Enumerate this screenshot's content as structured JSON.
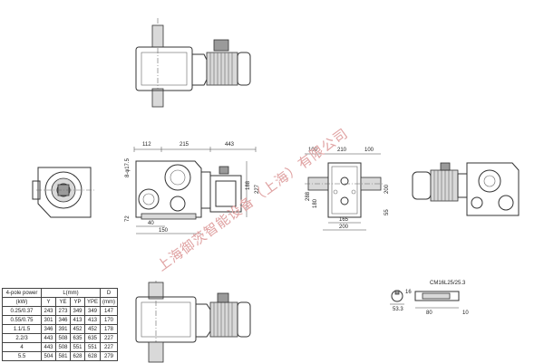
{
  "watermark": "上海御茨智能设备（上海）有限公司",
  "dims": {
    "top_112": "112",
    "top_215": "215",
    "top_443": "443",
    "left_8": "8-φ17.5",
    "left_188": "188",
    "left_227": "227",
    "left_72": "72",
    "left_40": "40",
    "left_150": "150",
    "mid_100a": "100",
    "mid_210": "210",
    "mid_100b": "100",
    "mid_288": "288",
    "mid_180": "180",
    "mid_200r": "200",
    "mid_55": "55",
    "mid_165": "165",
    "mid_200b": "200",
    "key_spec": "CM16L25/25.3",
    "key_80": "80",
    "key_10": "10",
    "key_53": "53.3",
    "key_16": "16"
  },
  "table": {
    "head_power": "4-pole power",
    "head_L": "L(mm)",
    "head_D": "D",
    "head_kw": "(kW)",
    "head_cols": [
      "Y",
      "YE",
      "YP",
      "YPE"
    ],
    "head_mm": "(mm)",
    "rows": [
      {
        "p": "0.25/0.37",
        "v": [
          "243",
          "273",
          "349",
          "349"
        ],
        "d": "147"
      },
      {
        "p": "0.55/0.75",
        "v": [
          "301",
          "346",
          "413",
          "413"
        ],
        "d": "170"
      },
      {
        "p": "1.1/1.5",
        "v": [
          "346",
          "391",
          "452",
          "452"
        ],
        "d": "178"
      },
      {
        "p": "2.2/3",
        "v": [
          "443",
          "508",
          "635",
          "635"
        ],
        "d": "227"
      },
      {
        "p": "4",
        "v": [
          "443",
          "508",
          "551",
          "551"
        ],
        "d": "227"
      },
      {
        "p": "5.5",
        "v": [
          "504",
          "581",
          "628",
          "628"
        ],
        "d": "279"
      }
    ]
  }
}
